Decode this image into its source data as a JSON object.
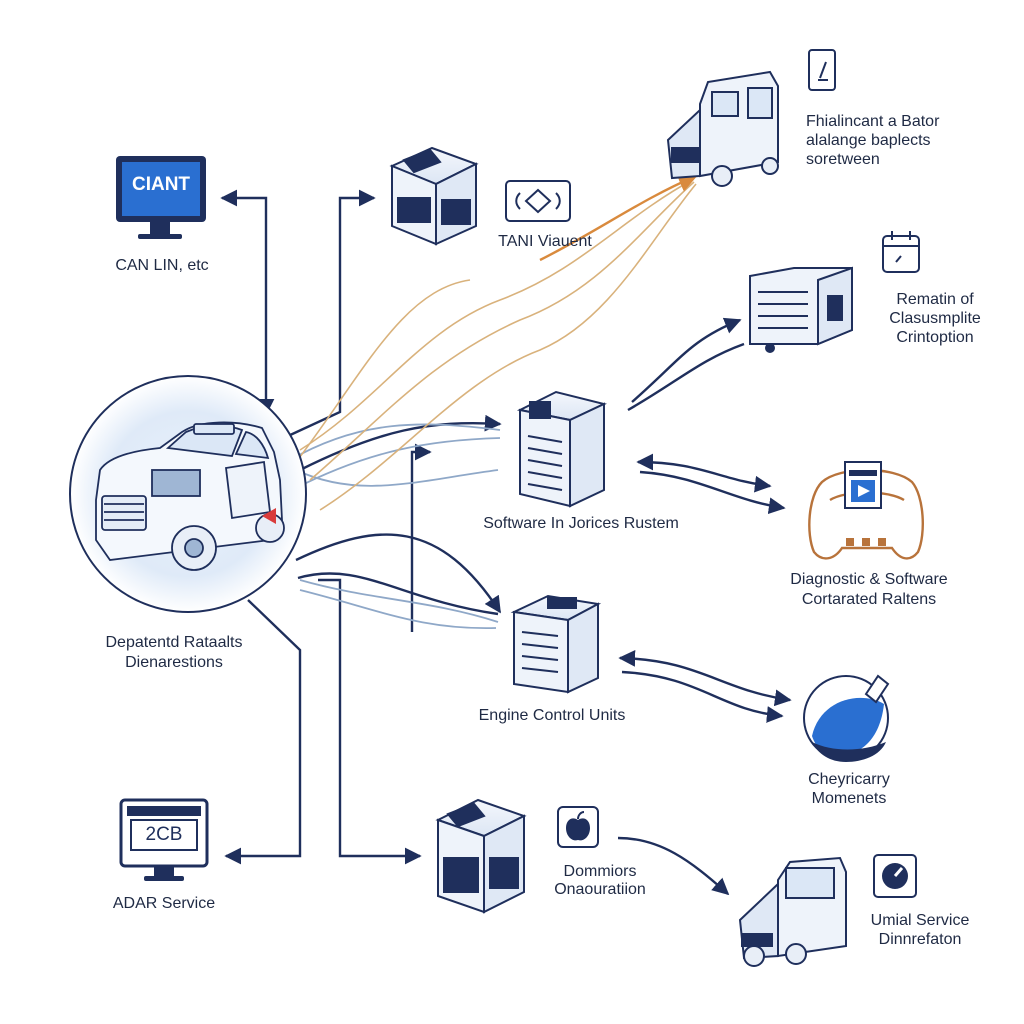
{
  "monitor_top": {
    "screen_text": "CIANT",
    "caption": "CAN LIN, etc"
  },
  "monitor_bottom": {
    "screen_text": "2CB",
    "caption": "ADAR Service"
  },
  "top_center": {
    "caption": "TANI Viauent"
  },
  "center_server": {
    "caption": "Software In Jorices Rustem"
  },
  "ecu": {
    "caption": "Engine Control Units"
  },
  "hub": {
    "caption_line1": "Depatentd Rataalts",
    "caption_line2": "Dienarestions"
  },
  "bottom_center": {
    "caption_line1": "Dommiors",
    "caption_line2": "Onaouratiion"
  },
  "right_top": {
    "line1": "Fhialincant a Bator",
    "line2": "alalange baplects",
    "line3": "soretween"
  },
  "right_upper": {
    "line1": "Rematin of",
    "line2": "Clasusmplite",
    "line3": "Crintoption"
  },
  "right_middle": {
    "line1": "Diagnostic & Software",
    "line2": "Cortarated Raltens"
  },
  "right_lower": {
    "line1": "Cheyricarry",
    "line2": "Momenets"
  },
  "right_bottom": {
    "line1": "Umial Service",
    "line2": "Dinnrefaton"
  },
  "colors": {
    "navy": "#1f2f5c",
    "steel": "#8fa8c8",
    "tan": "#d9b27c",
    "orange": "#d98a3d",
    "accent_blue": "#2a6fd1"
  },
  "icons": [
    "monitor-icon",
    "box-icon",
    "signal-icon",
    "car-icon",
    "truck-icon",
    "server-icon",
    "document-icon",
    "calendar-icon",
    "gamepad-icon",
    "globe-icon",
    "apple-icon",
    "gauge-icon"
  ]
}
